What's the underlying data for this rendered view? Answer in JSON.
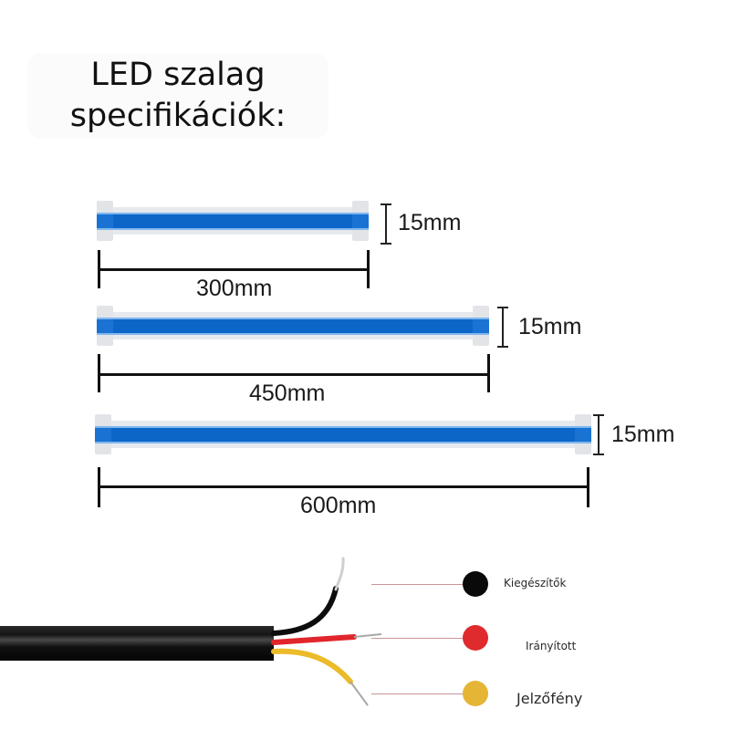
{
  "title": {
    "line1": "LED szalag",
    "line2": "specifikációk:"
  },
  "strips": [
    {
      "length_label": "300mm",
      "height_label": "15mm"
    },
    {
      "length_label": "450mm",
      "height_label": "15mm"
    },
    {
      "length_label": "600mm",
      "height_label": "15mm"
    }
  ],
  "colors": {
    "led_blue": "#0b66c8",
    "strip_body": "#e6e9ee",
    "wire_black": "#111111",
    "wire_red": "#e0262b",
    "wire_yellow": "#e9b634",
    "leader_line": "#c9959a"
  },
  "wires": [
    {
      "color_name": "black",
      "color": "#111111",
      "label": "Kiegészítők"
    },
    {
      "color_name": "red",
      "color": "#df2a2e",
      "label": "Irányított"
    },
    {
      "color_name": "yellow",
      "color": "#e5b535",
      "label": "Jelzőfény"
    }
  ]
}
